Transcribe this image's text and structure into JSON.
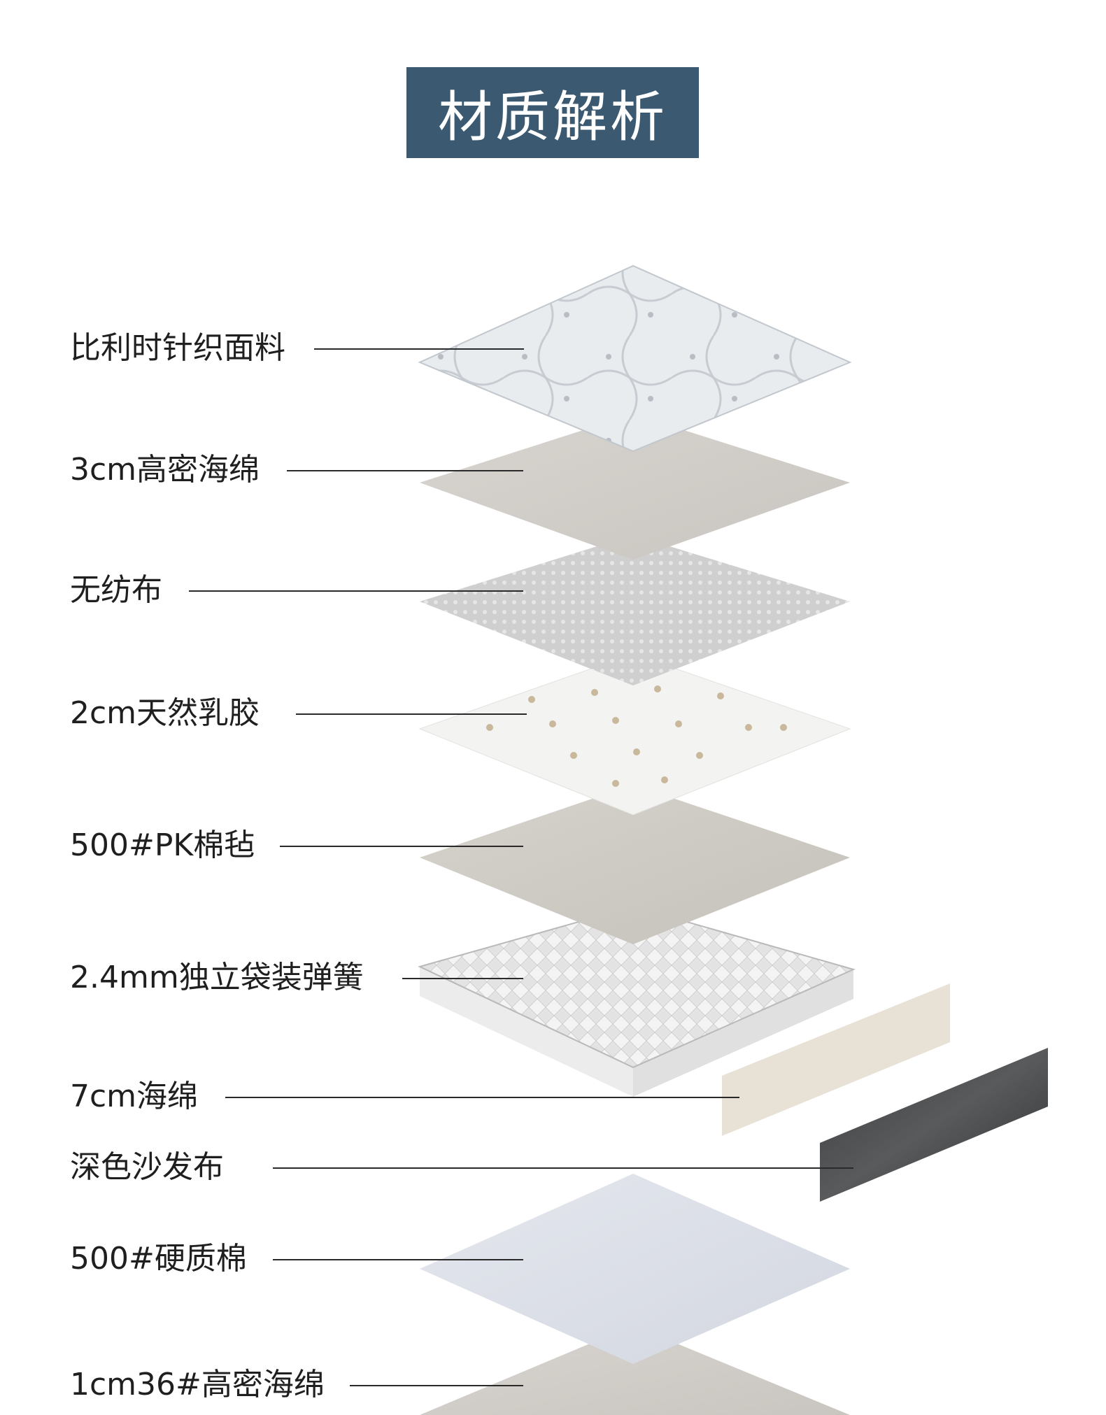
{
  "title": "材质解析",
  "layers": [
    {
      "label": "比利时针织面料",
      "icon": "knit-fabric-layer"
    },
    {
      "label": "3cm高密海绵",
      "icon": "foam-layer"
    },
    {
      "label": "无纺布",
      "icon": "nonwoven-layer"
    },
    {
      "label": "2cm天然乳胶",
      "icon": "latex-layer"
    },
    {
      "label": "500#PK棉毡",
      "icon": "felt-layer"
    },
    {
      "label": "2.4mm独立袋装弹簧",
      "icon": "pocket-spring-layer"
    },
    {
      "label": "7cm海绵",
      "icon": "side-foam-strip"
    },
    {
      "label": "深色沙发布",
      "icon": "dark-fabric-strip"
    },
    {
      "label": "500#硬质棉",
      "icon": "hard-cotton-layer"
    },
    {
      "label": "1cm36#高密海绵",
      "icon": "bottom-foam-layer"
    }
  ],
  "colors": {
    "title_bg": "#3b5a72",
    "title_text": "#ffffff",
    "label_text": "#1f1f1f",
    "leader_line": "#2a2a2a"
  }
}
